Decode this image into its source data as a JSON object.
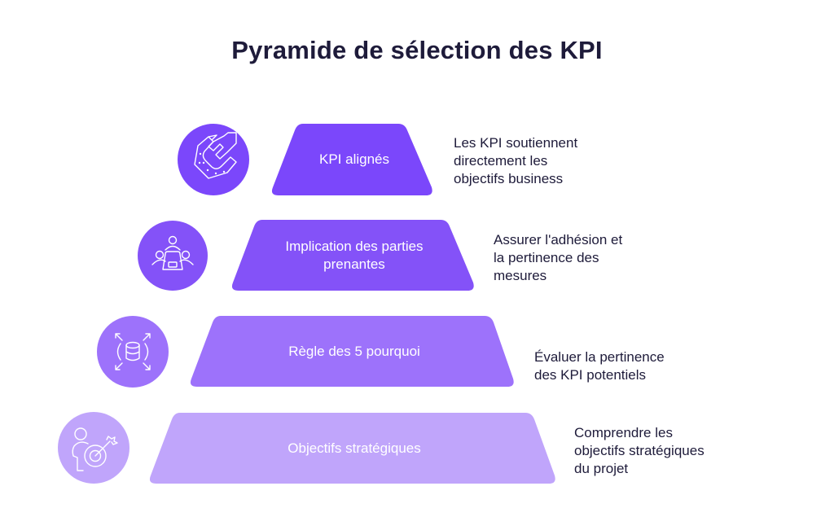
{
  "title": "Pyramide de sélection des KPI",
  "colors": {
    "title_text": "#1e1b3a",
    "tier_1": "#7b47fb",
    "tier_2": "#8452f8",
    "tier_3": "#9d72fb",
    "tier_4": "#c0a5fb",
    "icon_stroke": "#ffffff"
  },
  "tiers": [
    {
      "label": "KPI alignés",
      "description": "Les KPI soutiennent\ndirectement les\nobjectifs business",
      "icon": "growth-arrow-icon"
    },
    {
      "label": "Implication des parties\nprenantes",
      "description": "Assurer l'adhésion et\nla pertinence des\nmesures",
      "icon": "meeting-table-icon"
    },
    {
      "label": "Règle des 5 pourquoi",
      "description": "Évaluer la pertinence\ndes KPI potentiels",
      "icon": "database-expand-icon"
    },
    {
      "label": "Objectifs stratégiques",
      "description": "Comprendre les\nobjectifs stratégiques\ndu projet",
      "icon": "person-target-icon"
    }
  ]
}
